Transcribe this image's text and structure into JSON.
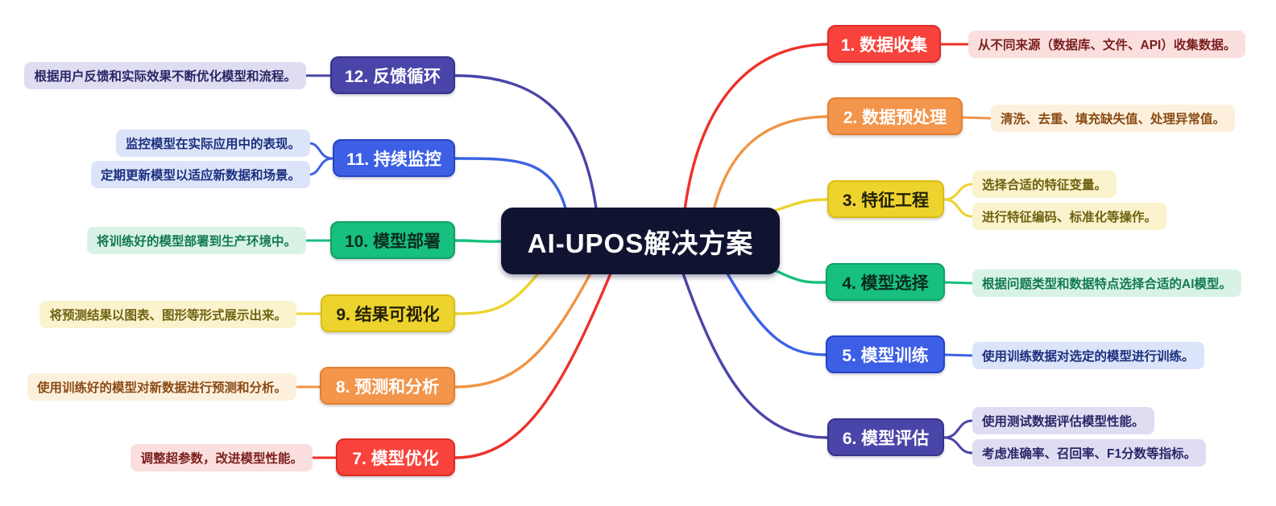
{
  "center": {
    "label": "AI-UPOS解决方案"
  },
  "branches": [
    {
      "label": "1. 数据收集",
      "color": "red",
      "descriptions": [
        "从不同来源（数据库、文件、API）收集数据。"
      ]
    },
    {
      "label": "2. 数据预处理",
      "color": "orange",
      "descriptions": [
        "清洗、去重、填充缺失值、处理异常值。"
      ]
    },
    {
      "label": "3. 特征工程",
      "color": "yellow",
      "descriptions": [
        "选择合适的特征变量。",
        "进行特征编码、标准化等操作。"
      ]
    },
    {
      "label": "4. 模型选择",
      "color": "green",
      "descriptions": [
        "根据问题类型和数据特点选择合适的AI模型。"
      ]
    },
    {
      "label": "5. 模型训练",
      "color": "blue",
      "descriptions": [
        "使用训练数据对选定的模型进行训练。"
      ]
    },
    {
      "label": "6. 模型评估",
      "color": "indigo",
      "descriptions": [
        "使用测试数据评估模型性能。",
        "考虑准确率、召回率、F1分数等指标。"
      ]
    },
    {
      "label": "7. 模型优化",
      "color": "red",
      "descriptions": [
        "调整超参数，改进模型性能。"
      ]
    },
    {
      "label": "8. 预测和分析",
      "color": "orange",
      "descriptions": [
        "使用训练好的模型对新数据进行预测和分析。"
      ]
    },
    {
      "label": "9. 结果可视化",
      "color": "yellow",
      "descriptions": [
        "将预测结果以图表、图形等形式展示出来。"
      ]
    },
    {
      "label": "10. 模型部署",
      "color": "green",
      "descriptions": [
        "将训练好的模型部署到生产环境中。"
      ]
    },
    {
      "label": "11. 持续监控",
      "color": "blue",
      "descriptions": [
        "监控模型在实际应用中的表现。",
        "定期更新模型以适应新数据和场景。"
      ]
    },
    {
      "label": "12. 反馈循环",
      "color": "indigo",
      "descriptions": [
        "根据用户反馈和实际效果不断优化模型和流程。"
      ]
    }
  ],
  "palette": {
    "center": {
      "fill": "#111431",
      "border": "#111431",
      "label_text": "#FFFFFF",
      "line": "#111431",
      "desc_bg": "#FFFFFF",
      "desc_text": "#111431"
    },
    "red": {
      "fill": "#F8423C",
      "border": "#DD2C26",
      "label_text": "#FFFFFF",
      "line": "#EE3129",
      "desc_bg": "#FBDFDF",
      "desc_text": "#7A1F1C"
    },
    "orange": {
      "fill": "#F3954B",
      "border": "#E67F2C",
      "label_text": "#FFFFFF",
      "line": "#F09444",
      "desc_bg": "#FCF0DD",
      "desc_text": "#8A4A14"
    },
    "yellow": {
      "fill": "#EDD32E",
      "border": "#D9BE13",
      "label_text": "#23200A",
      "line": "#EDD32E",
      "desc_bg": "#FAF3CD",
      "desc_text": "#6E6210"
    },
    "green": {
      "fill": "#17C07F",
      "border": "#0FA167",
      "label_text": "#0B2C1E",
      "line": "#17C07F",
      "desc_bg": "#D9F2E6",
      "desc_text": "#117A50"
    },
    "blue": {
      "fill": "#3C5FE6",
      "border": "#2644C4",
      "label_text": "#FFFFFF",
      "line": "#3D62E4",
      "desc_bg": "#DCE4F9",
      "desc_text": "#1B2F7E"
    },
    "indigo": {
      "fill": "#4A45A8",
      "border": "#38328A",
      "label_text": "#FFFFFF",
      "line": "#4A45A8",
      "desc_bg": "#DFDDF2",
      "desc_text": "#2B2566"
    }
  }
}
